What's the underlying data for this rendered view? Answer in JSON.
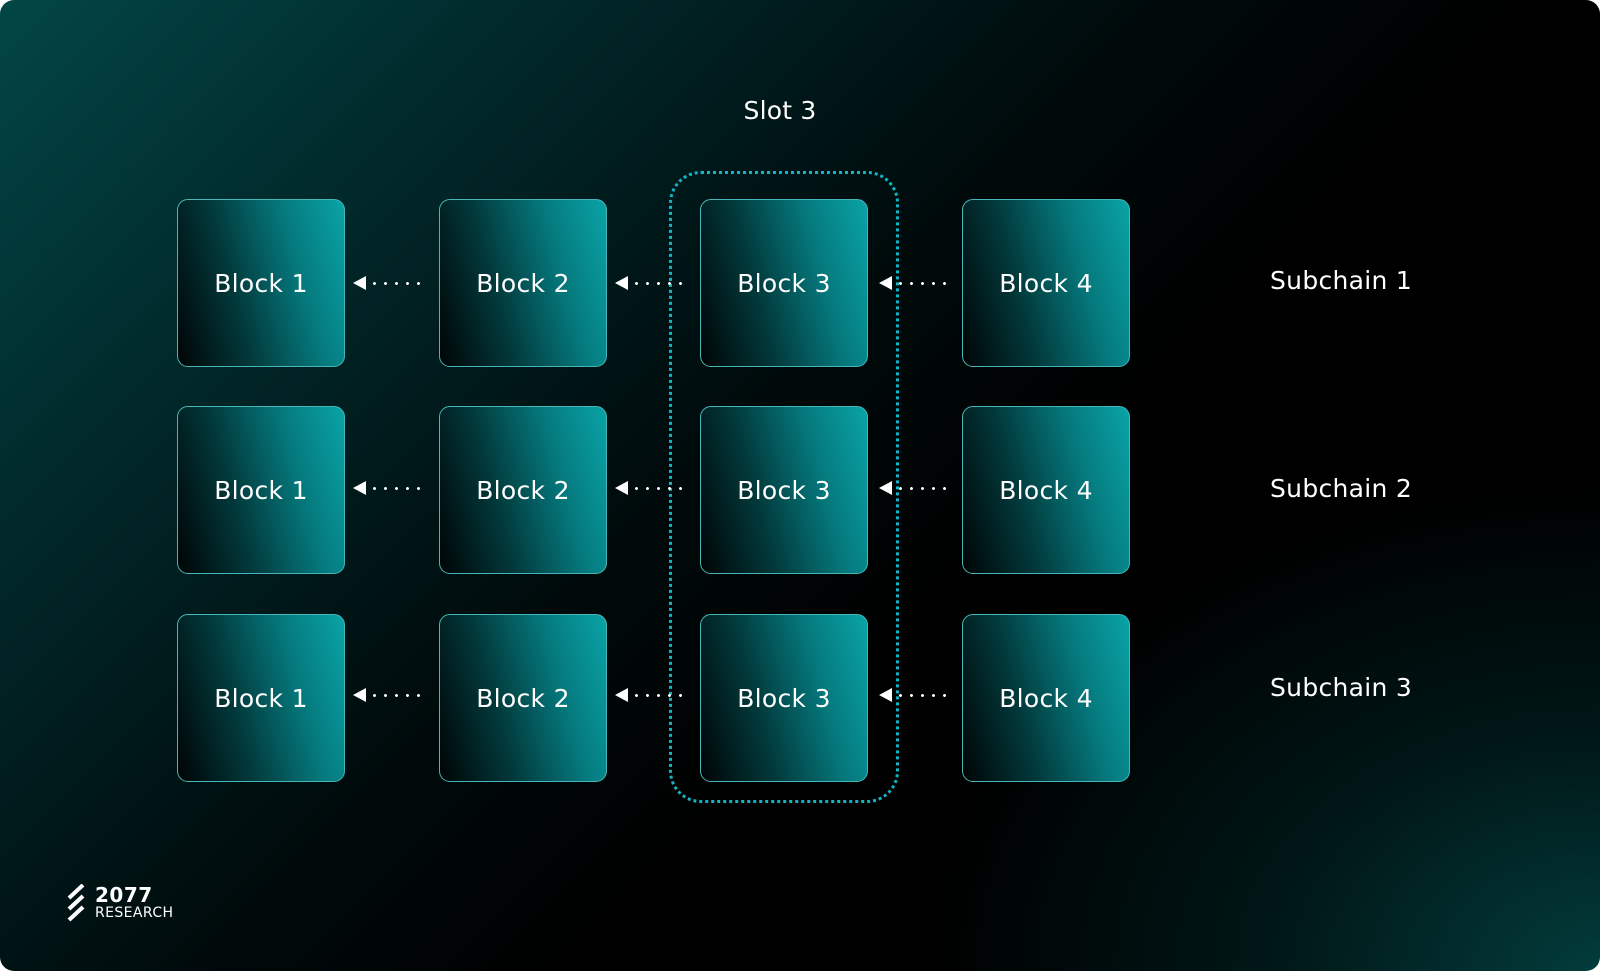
{
  "diagram": {
    "slot_label": "Slot 3",
    "highlighted_column": 3,
    "rows": [
      {
        "subchain_label": "Subchain 1",
        "blocks": [
          "Block 1",
          "Block 2",
          "Block 3",
          "Block 4"
        ]
      },
      {
        "subchain_label": "Subchain 2",
        "blocks": [
          "Block 1",
          "Block 2",
          "Block 3",
          "Block 4"
        ]
      },
      {
        "subchain_label": "Subchain 3",
        "blocks": [
          "Block 1",
          "Block 2",
          "Block 3",
          "Block 4"
        ]
      }
    ],
    "arrow_direction": "left",
    "colors": {
      "block_gradient_start": "#000405",
      "block_gradient_end": "#0aa3a6",
      "block_border": "#47b6b8",
      "slot_frame": "#13b4c4",
      "text": "#ffffff",
      "background_teal": "#024646",
      "background_dark": "#000000"
    }
  },
  "logo": {
    "number": "2077",
    "subtitle": "RESEARCH",
    "icon": "slanted-stripes-logo-icon"
  }
}
